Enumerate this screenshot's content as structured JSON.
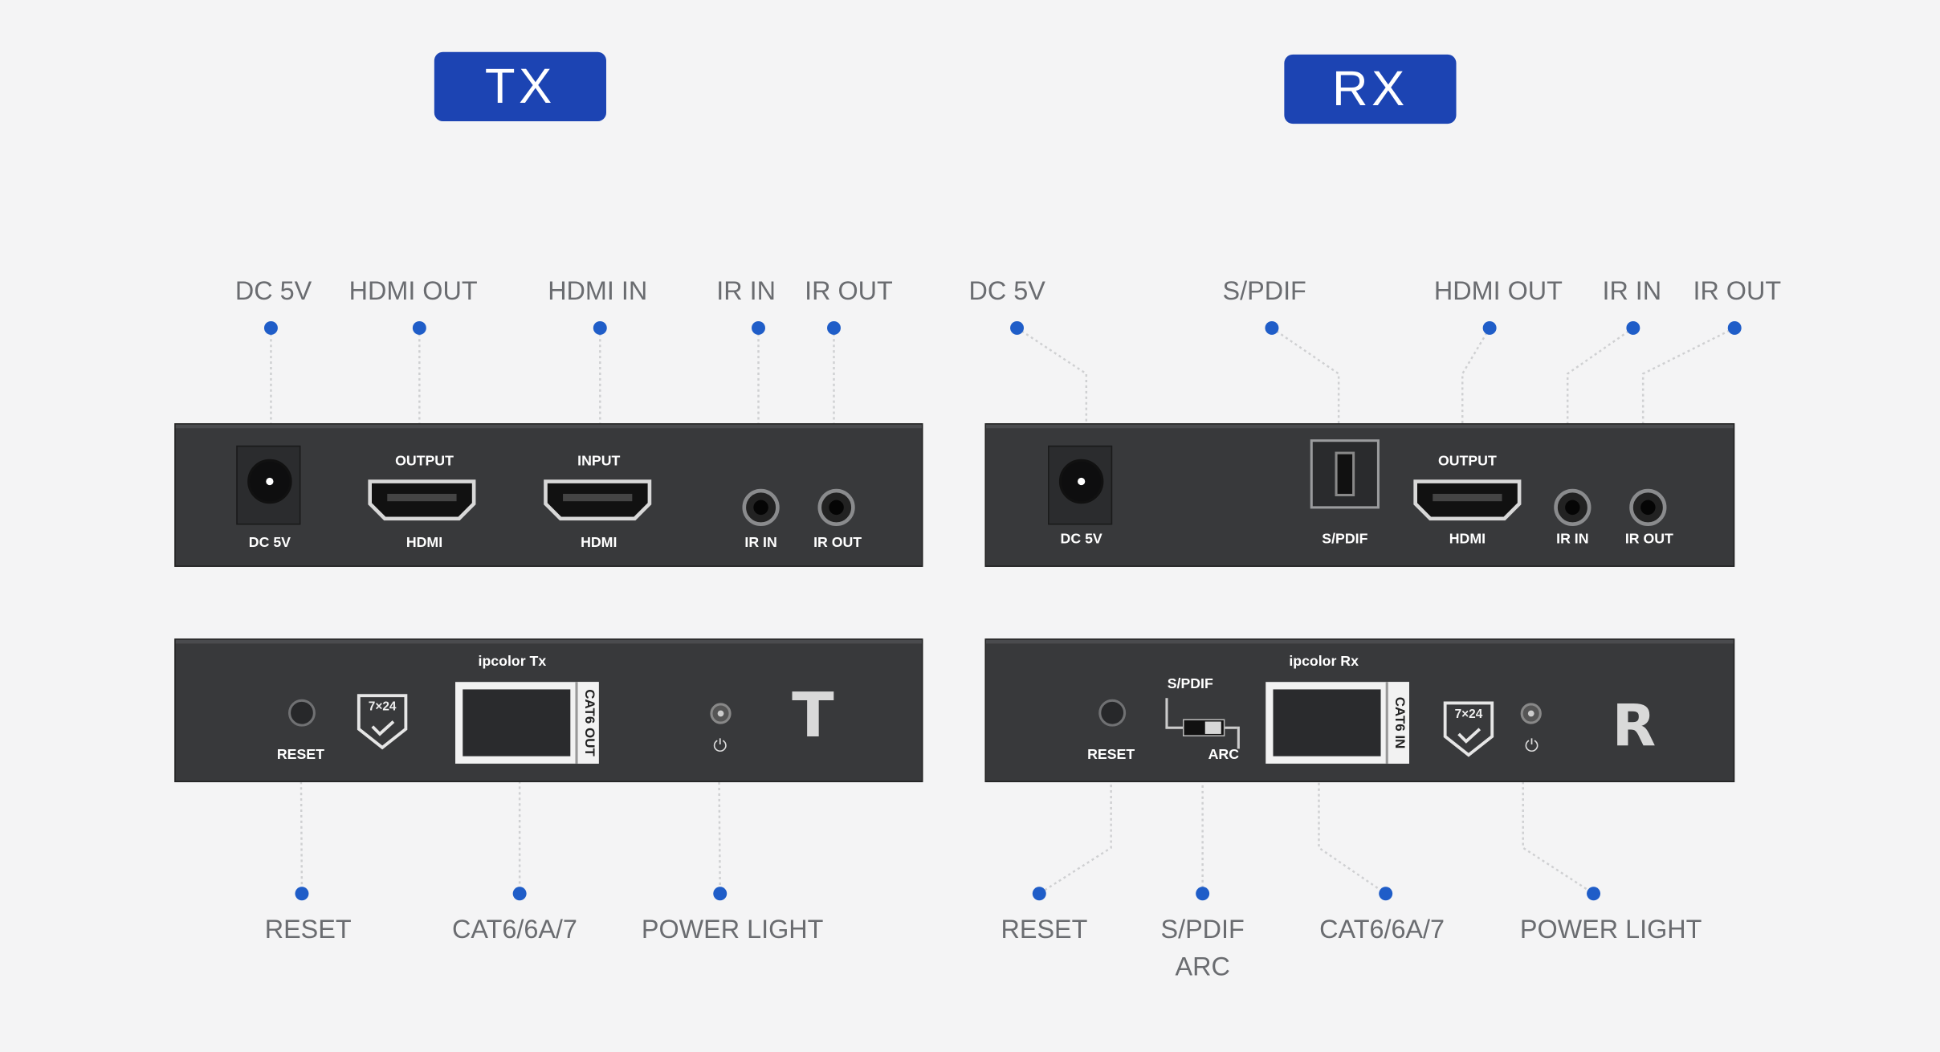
{
  "tx": {
    "title": "TX",
    "callouts_top": [
      "DC 5V",
      "HDMI OUT",
      "HDMI IN",
      "IR IN",
      "IR OUT"
    ],
    "callouts_bottom": [
      "RESET",
      "CAT6/6A/7",
      "POWER LIGHT"
    ],
    "front_labels": {
      "dc": "DC 5V",
      "out_top": "OUTPUT",
      "out_bottom": "HDMI",
      "in_top": "INPUT",
      "in_bottom": "HDMI",
      "irin": "IR IN",
      "irout": "IR OUT"
    },
    "back_labels": {
      "brand": "ipcolor Tx",
      "reset": "RESET",
      "cat": "CAT6 OUT",
      "shield": "7×24",
      "logo": "T"
    }
  },
  "rx": {
    "title": "RX",
    "callouts_top": [
      "DC 5V",
      "S/PDIF",
      "HDMI OUT",
      "IR IN",
      "IR OUT"
    ],
    "callouts_bottom": [
      "RESET",
      "S/PDIF",
      "ARC",
      "CAT6/6A/7",
      "POWER LIGHT"
    ],
    "front_labels": {
      "dc": "DC 5V",
      "spdif": "S/PDIF",
      "out_top": "OUTPUT",
      "out_bottom": "HDMI",
      "irin": "IR IN",
      "irout": "IR OUT"
    },
    "back_labels": {
      "brand": "ipcolor Rx",
      "reset": "RESET",
      "spdif": "S/PDIF",
      "arc": "ARC",
      "cat": "CAT6 IN",
      "shield": "7×24",
      "logo": "R"
    }
  },
  "colors": {
    "accent": "#1c44b3",
    "dot": "#1f5dc8",
    "panel": "#38393b",
    "background": "#f4f4f5"
  }
}
